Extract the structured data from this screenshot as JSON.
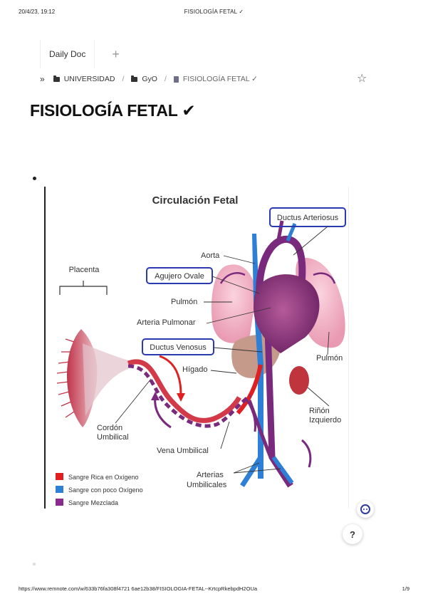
{
  "print_header": {
    "date": "20/4/23, 19:12",
    "title": "FISIOLOGÍA FETAL ✓"
  },
  "tabs": [
    {
      "label": "Daily Doc"
    }
  ],
  "tab_add": "+",
  "breadcrumb": {
    "expand": "»",
    "items": [
      {
        "label": "UNIVERSIDAD"
      },
      {
        "label": "GyO"
      },
      {
        "label": "FISIOLOGÍA FETAL ✓"
      }
    ],
    "separator": "/"
  },
  "star": "☆",
  "page_title": "FISIOLOGÍA FETAL ✔",
  "figure": {
    "title": "Circulación Fetal",
    "labels": {
      "ductus_arteriosus": "Ductus Arteriosus",
      "aorta": "Aorta",
      "placenta": "Placenta",
      "agujero_ovale": "Agujero Ovale",
      "pulmon_left": "Pulmón",
      "arteria_pulmonar": "Arteria Pulmonar",
      "ductus_venosus": "Ductus Venosus",
      "higado": "Hígado",
      "pulmon_right": "Pulmón",
      "cordon_1": "Cordón",
      "cordon_2": "Umbilical",
      "rinon_1": "Riñón",
      "rinon_2": "Izquierdo",
      "vena_umbilical": "Vena Umbilical",
      "arterias_1": "Arterias",
      "arterias_2": "Umbilicales"
    },
    "legend": [
      {
        "label": "Sangre Rica en Oxígeno",
        "color": "#e02020"
      },
      {
        "label": "Sangre con poco Oxígeno",
        "color": "#2e7fd6"
      },
      {
        "label": "Sangre Mezclada",
        "color": "#8a2a8e"
      }
    ]
  },
  "help_label": "?",
  "print_footer": {
    "url": "https://www.remnote.com/w/633b76fa308f4721 6ae12b38/FISIOLOGIA-FETAL--KrtcpRkebpdH2OUa",
    "page": "1/9"
  },
  "colors": {
    "oxygen_rich": "#e02020",
    "low_oxygen": "#2e7fd6",
    "mixed": "#8a2a8e",
    "highlight_box": "#2b3ab0"
  }
}
